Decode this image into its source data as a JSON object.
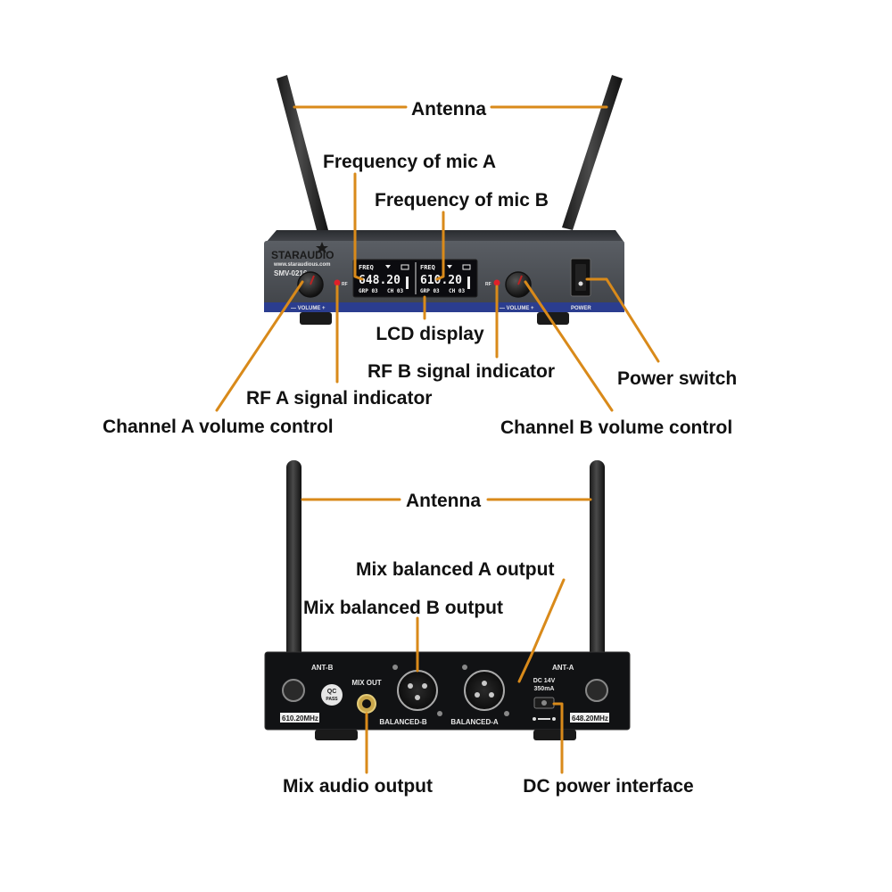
{
  "colors": {
    "leader": "#d98a1a",
    "chassis": "#4a4d52",
    "lcd": "#0b0b0f",
    "blue_strip": "#2b3d8f",
    "rf_led": "#e0202a"
  },
  "front": {
    "brand": "STARAUDIO",
    "website": "www.staraudious.com",
    "model": "SMV-0216",
    "rf_tag": "RF",
    "volume_tag": "— VOLUME +",
    "power_tag": "POWER",
    "lcd_a": {
      "freq_tag": "FREQ",
      "freq": "648.20",
      "grp": "GRP 03",
      "ch": "CH 03"
    },
    "lcd_b": {
      "freq_tag": "FREQ",
      "freq": "610.20",
      "grp": "GRP 03",
      "ch": "CH 03"
    }
  },
  "rear": {
    "ant_b": "ANT-B",
    "ant_a": "ANT-A",
    "mix_out": "MIX OUT",
    "qc": "QC",
    "pass": "PASS",
    "balanced_b": "BALANCED-B",
    "balanced_a": "BALANCED-A",
    "dc_spec": "DC 14V",
    "dc_current": "350mA",
    "freq_b": "610.20MHz",
    "freq_a": "648.20MHz"
  },
  "callouts": {
    "antenna_top": "Antenna",
    "freq_mic_a": "Frequency of mic A",
    "freq_mic_b": "Frequency of mic B",
    "lcd_display": "LCD display",
    "rf_b": "RF B signal indicator",
    "power_switch": "Power switch",
    "rf_a": "RF A signal indicator",
    "channel_a": "Channel A volume control",
    "channel_b": "Channel B volume control",
    "antenna_bottom": "Antenna",
    "mix_bal_a": "Mix balanced A output",
    "mix_bal_b": "Mix balanced B output",
    "mix_audio": "Mix audio output",
    "dc_power": "DC power interface"
  }
}
